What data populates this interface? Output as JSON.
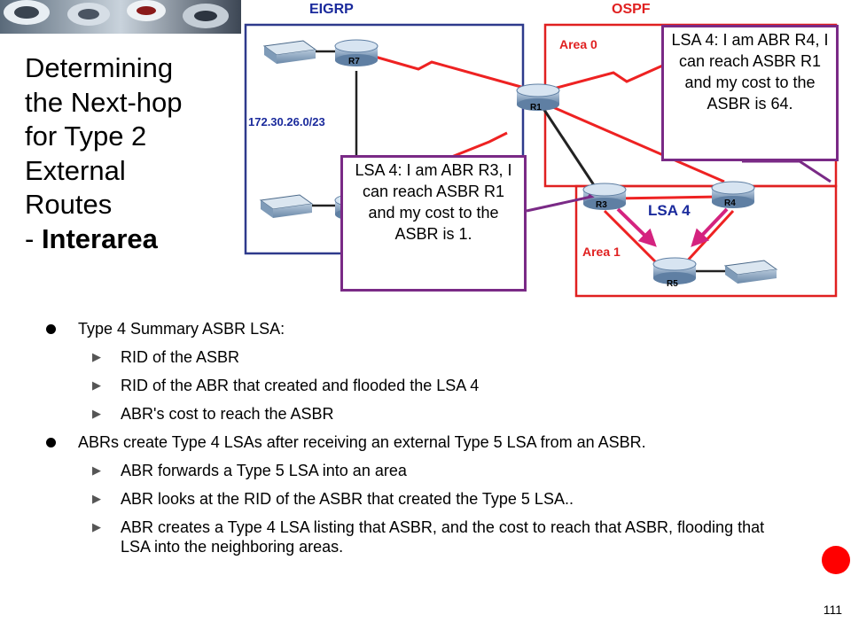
{
  "title": {
    "lines": [
      "Determining",
      "the Next-hop",
      "for Type 2",
      "External",
      "Routes"
    ],
    "prefix": "- ",
    "bold": "Interarea"
  },
  "diagram": {
    "eigrp_label": "EIGRP",
    "ospf_label": "OSPF",
    "area0_label": "Area 0",
    "area1_label": "Area 1",
    "network_label": "172.30.26.0/23",
    "lsa4_label": "LSA 4",
    "routers": {
      "r1": "R1",
      "r3": "R3",
      "r4": "R4",
      "r5": "R5",
      "r7": "R7"
    },
    "colors": {
      "eigrp_border": "#2e3a8c",
      "ospf_border": "#e02020",
      "link": "#ee2222",
      "label_blue": "#1a2a9c",
      "callout_border": "#7a2a86"
    }
  },
  "callouts": {
    "r4": "LSA 4: I am ABR R4, I can reach ASBR R1 and my cost to the ASBR is 64.",
    "r3": "LSA 4: I am ABR R3, I can reach ASBR R1 and my cost to the ASBR is 1."
  },
  "bullets": [
    {
      "text": "Type 4 Summary ASBR LSA:",
      "children": [
        "RID of the ASBR",
        "RID of the ABR that created and flooded the LSA 4",
        "ABR's cost to reach the ASBR"
      ]
    },
    {
      "text": "ABRs create Type 4 LSAs after receiving an external Type 5 LSA from an ASBR.",
      "children": [
        "ABR forwards a Type 5 LSA into an area",
        "ABR looks at the RID of the ASBR that created the Type 5 LSA..",
        "ABR creates a Type 4 LSA listing that ASBR, and the cost to reach that ASBR, flooding that LSA into the neighboring areas."
      ]
    }
  ],
  "page_number": "111"
}
